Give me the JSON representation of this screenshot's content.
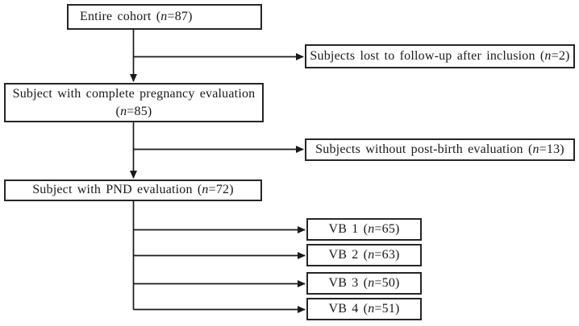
{
  "diagram": {
    "type": "flowchart",
    "colors": {
      "background": "#ffffff",
      "box_border": "#262626",
      "text": "#1a1a1a",
      "connector": "#1a1a1a"
    },
    "boxes": {
      "entire_cohort": {
        "prefix": "Entire cohort (",
        "n_italic": "n",
        "suffix": "=87)"
      },
      "pregnancy_evaluation": {
        "line1": "Subject with complete pregnancy evaluation",
        "prefix": "(",
        "n_italic": "n",
        "suffix": "=85)"
      },
      "pnd_evaluation": {
        "prefix": "Subject with PND evaluation (",
        "n_italic": "n",
        "suffix": "=72)"
      },
      "lost_to_followup": {
        "prefix": "Subjects lost to follow-up after inclusion (",
        "n_italic": "n",
        "suffix": "=2)"
      },
      "without_postbirth": {
        "prefix": "Subjects without post-birth evaluation (",
        "n_italic": "n",
        "suffix": "=13)"
      },
      "vb": [
        {
          "prefix": "VB 1 (",
          "n_italic": "n",
          "suffix": "=65)"
        },
        {
          "prefix": "VB 2 (",
          "n_italic": "n",
          "suffix": "=63)"
        },
        {
          "prefix": "VB 3 (",
          "n_italic": "n",
          "suffix": "=50)"
        },
        {
          "prefix": "VB 4 (",
          "n_italic": "n",
          "suffix": "=51)"
        }
      ]
    },
    "edges": [
      {
        "from": "entire_cohort",
        "to": "pregnancy_evaluation"
      },
      {
        "from": "entire_cohort",
        "to": "lost_to_followup"
      },
      {
        "from": "pregnancy_evaluation",
        "to": "pnd_evaluation"
      },
      {
        "from": "pregnancy_evaluation",
        "to": "without_postbirth"
      },
      {
        "from": "pnd_evaluation",
        "to": "vb1"
      },
      {
        "from": "pnd_evaluation",
        "to": "vb2"
      },
      {
        "from": "pnd_evaluation",
        "to": "vb3"
      },
      {
        "from": "pnd_evaluation",
        "to": "vb4"
      }
    ]
  }
}
